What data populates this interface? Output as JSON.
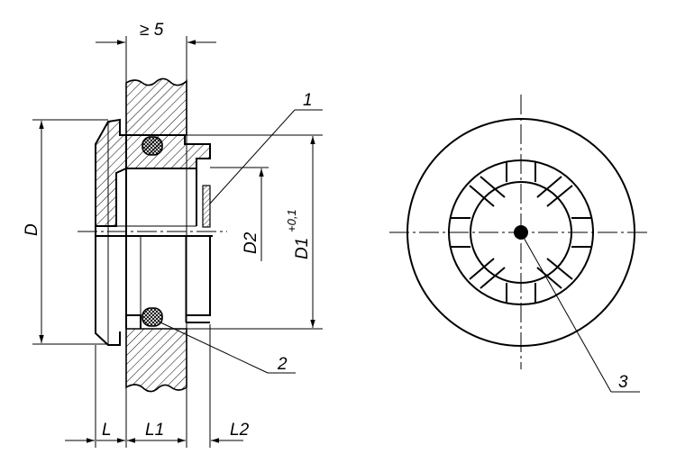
{
  "labels": {
    "wall_min": "≥ 5",
    "dia_D": "D",
    "dia_D2": "D2",
    "dia_D1": "D1",
    "dia_D1_tol": "+0,1",
    "len_L": "L",
    "len_L1": "L1",
    "len_L2": "L2",
    "ref_1": "1",
    "ref_2": "2",
    "ref_3": "3"
  }
}
